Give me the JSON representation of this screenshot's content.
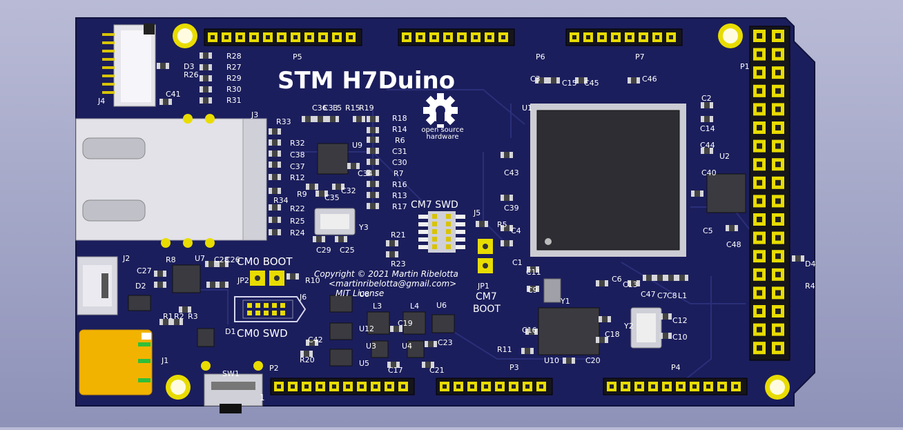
{
  "board": {
    "title": "STM H7Duino",
    "oshw_line1": "open source",
    "oshw_line2": "hardware",
    "copyright": "Copyright © 2021 Martin Ribelotta",
    "email": "<martinribelotta@gmail.com>",
    "license": "MIT License",
    "cm7_swd": "CM7 SWD",
    "cm0_boot": "CM0 BOOT",
    "cm0_swd": "CM0 SWD",
    "cm7": "CM7",
    "boot": "BOOT",
    "pin1": "1"
  },
  "refs": [
    "R28",
    "R27",
    "R29",
    "R30",
    "R31",
    "R26",
    "D3",
    "C41",
    "J4",
    "J3",
    "P5",
    "P6",
    "P7",
    "P1",
    "R33",
    "R32",
    "C38",
    "C37",
    "R12",
    "R34",
    "R22",
    "R25",
    "R24",
    "Y3",
    "C29",
    "C25",
    "C36",
    "C33",
    "L5",
    "R15",
    "R19",
    "R18",
    "R14",
    "R6",
    "C31",
    "C30",
    "R7",
    "R16",
    "R13",
    "R17",
    "U9",
    "C34",
    "C32",
    "C35",
    "R9",
    "J5",
    "R5",
    "C4",
    "C1",
    "R21",
    "R23",
    "JP1",
    "C3",
    "C15",
    "C45",
    "C46",
    "U1",
    "C2",
    "C14",
    "C44",
    "U2",
    "C40",
    "C5",
    "C48",
    "C43",
    "C39",
    "J2",
    "R8",
    "U7",
    "C27",
    "D2",
    "C28",
    "C26",
    "JP2",
    "R10",
    "J6",
    "U8",
    "L3",
    "L4",
    "U6",
    "U12",
    "U3",
    "U4",
    "U5",
    "C19",
    "C23",
    "C17",
    "C21",
    "C42",
    "R20",
    "R1",
    "R2",
    "R3",
    "D1",
    "J1",
    "SW1",
    "P2",
    "P3",
    "P4",
    "C11",
    "C9",
    "Y1",
    "C6",
    "C13",
    "C47",
    "C7",
    "C8",
    "L1",
    "C16",
    "R11",
    "U10",
    "C18",
    "C20",
    "Y2",
    "C12",
    "C10",
    "D4",
    "R4"
  ]
}
